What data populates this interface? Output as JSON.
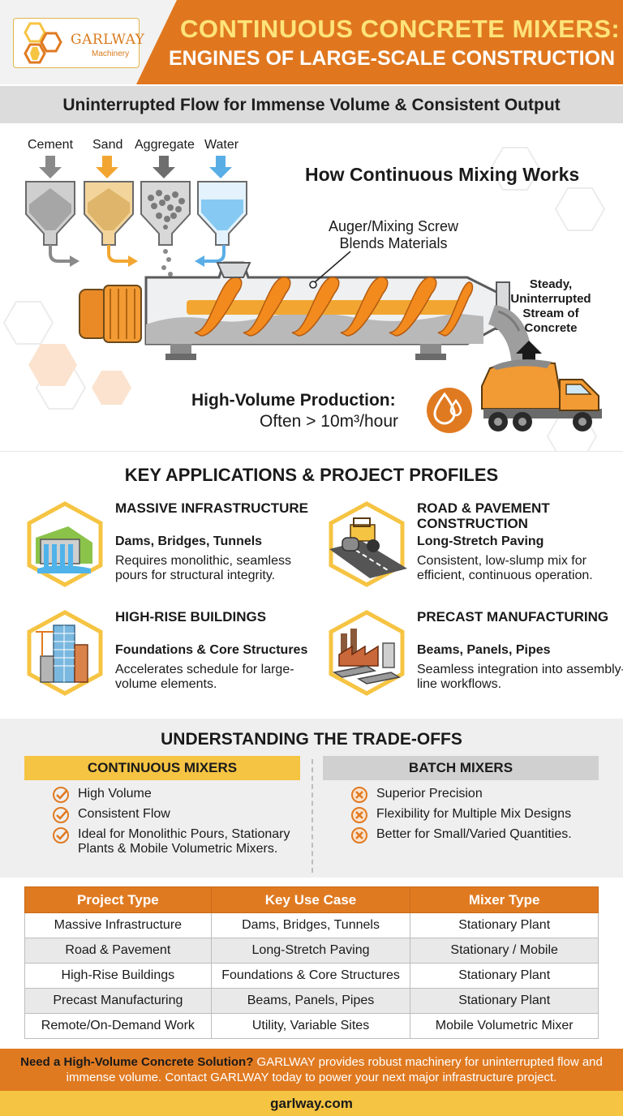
{
  "header": {
    "logo_name": "GARLWAY",
    "logo_sub": "Machinery",
    "title_line1": "CONTINUOUS CONCRETE MIXERS:",
    "title_line2": "ENGINES OF LARGE-SCALE CONSTRUCTION"
  },
  "subtitle": "Uninterrupted Flow for Immense Volume & Consistent Output",
  "process": {
    "materials": [
      "Cement",
      "Sand",
      "Aggregate",
      "Water"
    ],
    "how_title": "How Continuous Mixing Works",
    "auger_label": "Auger/Mixing Screw Blends Materials",
    "stream_label": "Steady, Uninterrupted Stream of Concrete",
    "production_label": "High-Volume Production:",
    "production_value": "Often > 10m³/hour"
  },
  "applications": {
    "title": "KEY APPLICATIONS & PROJECT PROFILES",
    "items": [
      {
        "name": "MASSIVE INFRASTRUCTURE",
        "sub": "Dams, Bridges, Tunnels",
        "desc": "Requires monolithic, seamless pours for structural integrity.",
        "icon": "dam-icon"
      },
      {
        "name": "ROAD & PAVEMENT CONSTRUCTION",
        "sub": "Long-Stretch Paving",
        "desc": "Consistent, low-slump mix for efficient, continuous operation.",
        "icon": "road-roller-icon"
      },
      {
        "name": "HIGH-RISE BUILDINGS",
        "sub": "Foundations & Core Structures",
        "desc": "Accelerates schedule for large-volume elements.",
        "icon": "skyscraper-icon"
      },
      {
        "name": "PRECAST MANUFACTURING",
        "sub": "Beams, Panels, Pipes",
        "desc": "Seamless integration into assembly-line workflows.",
        "icon": "factory-icon"
      }
    ]
  },
  "tradeoffs": {
    "title": "UNDERSTANDING THE TRADE-OFFS",
    "continuous": {
      "header": "CONTINUOUS MIXERS",
      "points": [
        "High Volume",
        "Consistent Flow",
        "Ideal for Monolithic Pours, Stationary Plants & Mobile Volumetric Mixers."
      ]
    },
    "batch": {
      "header": "BATCH MIXERS",
      "points": [
        "Superior Precision",
        "Flexibility for Multiple Mix Designs",
        "Better for Small/Varied Quantities."
      ]
    }
  },
  "table": {
    "headers": [
      "Project Type",
      "Key Use Case",
      "Mixer Type"
    ],
    "rows": [
      [
        "Massive Infrastructure",
        "Dams, Bridges, Tunnels",
        "Stationary Plant"
      ],
      [
        "Road & Pavement",
        "Long-Stretch Paving",
        "Stationary / Mobile"
      ],
      [
        "High-Rise Buildings",
        "Foundations & Core Structures",
        "Stationary Plant"
      ],
      [
        "Precast Manufacturing",
        "Beams, Panels, Pipes",
        "Stationary Plant"
      ],
      [
        "Remote/On-Demand Work",
        "Utility, Variable Sites",
        "Mobile Volumetric Mixer"
      ]
    ]
  },
  "footer": {
    "cta_bold": "Need a High-Volume Concrete Solution?",
    "cta_text": " GARLWAY provides robust machinery for uninterrupted flow and immense volume. Contact GARLWAY today to power your next major infrastructure project.",
    "url": "garlway.com"
  },
  "colors": {
    "orange": "#e07a21",
    "yellow": "#f6c443",
    "title_yellow": "#fde37a",
    "gray": "#dcdcdc"
  }
}
